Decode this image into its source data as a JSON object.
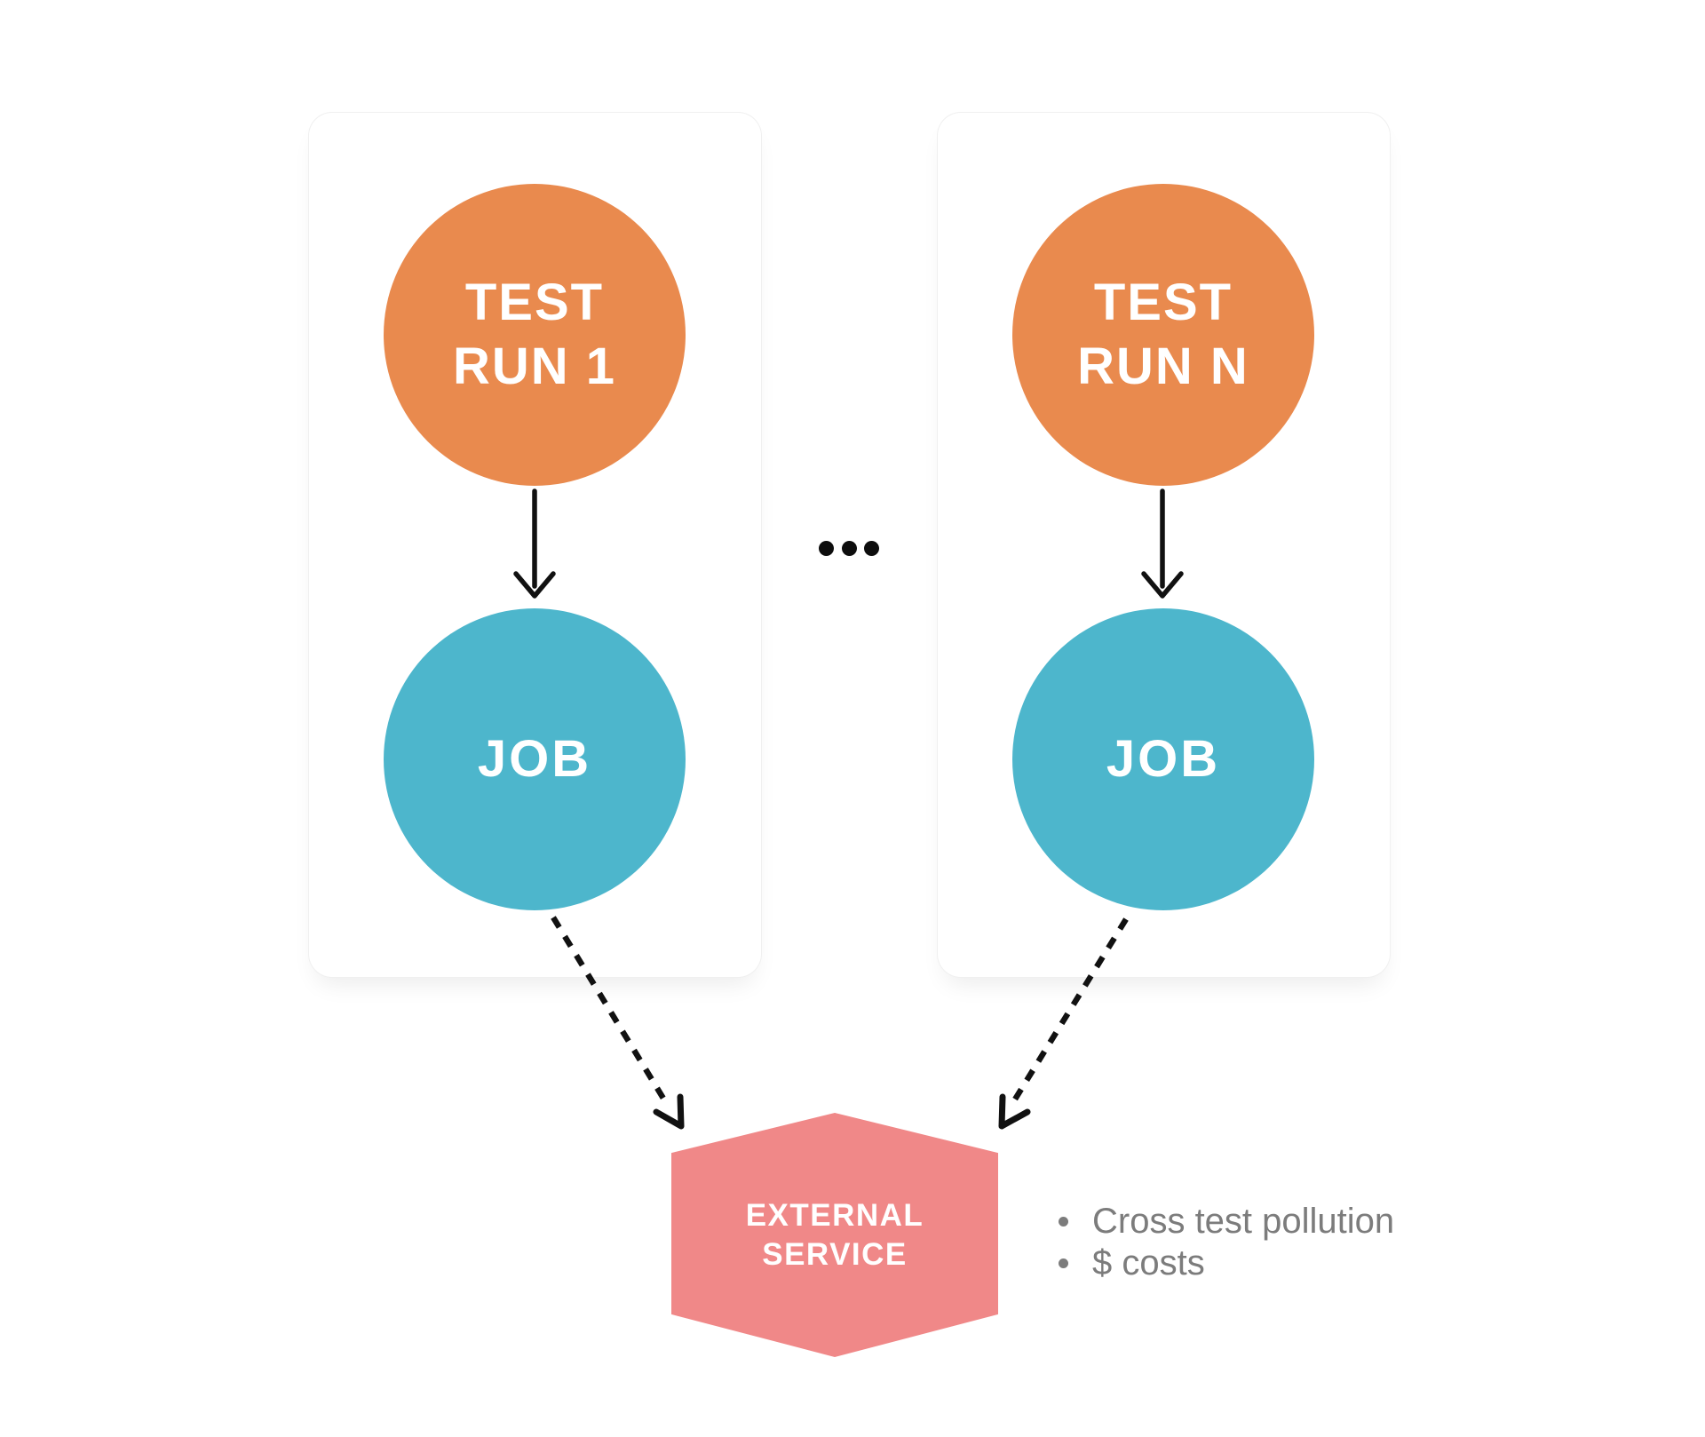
{
  "diagram": {
    "cards": [
      {
        "name": "test-run-1-card",
        "top_node": {
          "lines": [
            "TEST",
            "RUN 1"
          ],
          "color": "#E98A4E"
        },
        "bottom_node": {
          "label": "JOB",
          "color": "#4DB6CC"
        },
        "arrow": "solid-down"
      },
      {
        "name": "test-run-n-card",
        "top_node": {
          "lines": [
            "TEST",
            "RUN N"
          ],
          "color": "#E98A4E"
        },
        "bottom_node": {
          "label": "JOB",
          "color": "#4DB6CC"
        },
        "arrow": "solid-down"
      }
    ],
    "ellipsis_icon": "•••",
    "external_service": {
      "shape": "hexagon",
      "lines": [
        "EXTERNAL",
        "SERVICE"
      ],
      "color": "#F08888"
    },
    "notes": [
      "Cross test pollution",
      "$ costs"
    ],
    "colors": {
      "orange_node": "#E98A4E",
      "teal_node": "#4DB6CC",
      "pink_hexagon": "#F08888",
      "arrow_black": "#111111",
      "note_gray": "#7C7C7C",
      "card_border": "#F0F0F0",
      "background": "#FFFFFF"
    }
  }
}
